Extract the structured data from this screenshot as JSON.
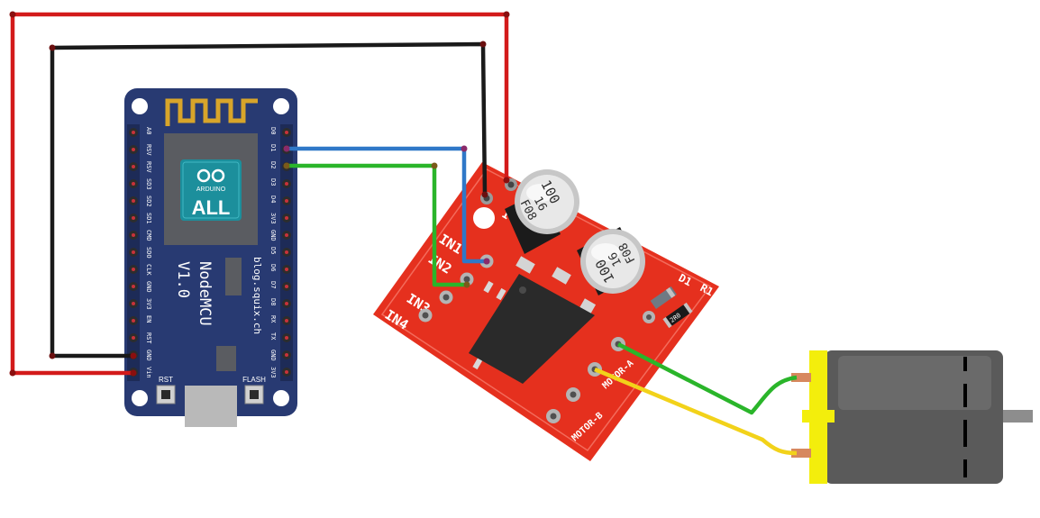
{
  "nodemcu": {
    "model": "NodeMCU",
    "version": "V1.0",
    "url": "blog.squix.ch",
    "logo_small": "ARDUINO",
    "logo_big": "ALL",
    "button_rst": "RST",
    "button_flash": "FLASH",
    "pins_right": [
      "D0",
      "D1",
      "D2",
      "D3",
      "D4",
      "3V3",
      "GND",
      "D5",
      "D6",
      "D7",
      "D8",
      "RX",
      "TX",
      "GND",
      "3V3"
    ],
    "pins_left": [
      "A0",
      "RSV",
      "RSV",
      "SD3",
      "SD2",
      "SD1",
      "CMD",
      "SDO",
      "CLK",
      "GND",
      "3V3",
      "EN",
      "RST",
      "GND",
      "Vin"
    ]
  },
  "driver": {
    "inputs": [
      "IN1",
      "IN2",
      "IN3",
      "IN4"
    ],
    "cap1": [
      "100",
      "16",
      "F08"
    ],
    "cap2": [
      "100",
      "16",
      "F08"
    ],
    "diode": "D1",
    "resistor": "R1",
    "resistor_code": "2R0",
    "power_label": "I",
    "motor_a": "MOTOR-A",
    "motor_b": "MOTOR-B"
  },
  "wire_colors": {
    "power": "#d31a1a",
    "ground": "#1a1a1a",
    "signal1": "#2f78c8",
    "signal2": "#2ab52a",
    "motor_pos": "#2ab52a",
    "motor_neg": "#f2d21a"
  },
  "colors": {
    "board": "#283a72",
    "driver": "#e5301e",
    "motor_cap": "#f3ee0c",
    "motor_body": "#5a5a5a"
  }
}
